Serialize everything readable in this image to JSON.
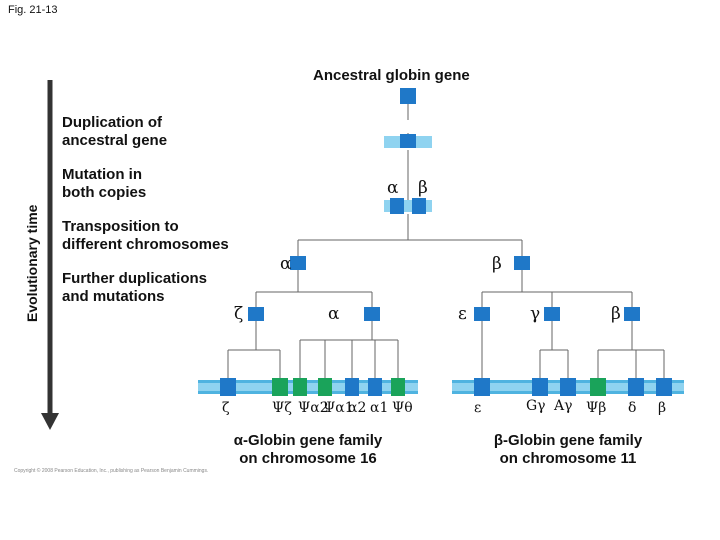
{
  "figure_label": "Fig. 21-13",
  "title": "Ancestral globin gene",
  "axis_label": "Evolutionary time",
  "steps": [
    "Duplication of\nancestral gene",
    "Mutation in\nboth copies",
    "Transposition to\ndifferent chromosomes",
    "Further duplications\nand mutations"
  ],
  "labels": {
    "alpha": "α",
    "beta": "β",
    "zeta": "ζ",
    "epsilon": "ε",
    "gamma": "γ",
    "delta": "δ",
    "psi": "Ψ"
  },
  "alpha_family": {
    "label": "α-Globin gene family\non chromosome 16",
    "genes": [
      "ζ",
      "Ψζ",
      "Ψα2",
      "Ψα1",
      "α2",
      "α1",
      "Ψθ"
    ]
  },
  "beta_family": {
    "label": "β-Globin gene family\non chromosome 11",
    "genes": [
      "ε",
      "Gγ",
      "Aγ",
      "Ψβ",
      "δ",
      "β"
    ]
  },
  "copyright": "Copyright © 2008 Pearson Education, Inc., publishing as Pearson Benjamin Cummings.",
  "colors": {
    "gene_blue": "#1f78c8",
    "chrom_light": "#8fd3f0",
    "pseudogene_green": "#1aa35a",
    "line_gray": "#666666",
    "arrow": "#333333"
  }
}
